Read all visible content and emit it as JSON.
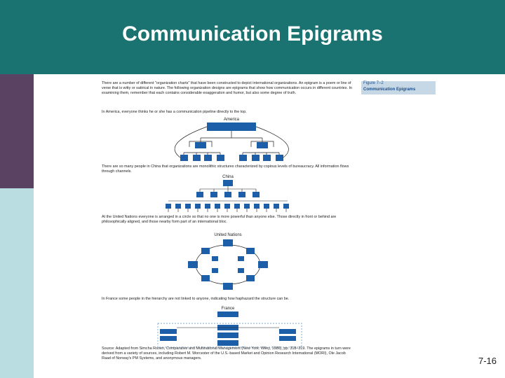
{
  "slide": {
    "title": "Communication Epigrams",
    "page_number": "7-16"
  },
  "figure": {
    "number": "Figure 7–2",
    "name": "Communication Epigrams",
    "intro": "There are a number of different \"organization charts\" that have been constructed to depict international organizations. An epigram is a poem or line of verse that is witty or satirical in nature. The following organization designs are epigrams that show how communication occurs in different countries. In examining them, remember that each contains considerable exaggeration and humor, but also some degree of truth.",
    "sections": [
      {
        "text": "In America, everyone thinks he or she has a communication pipeline directly to the top.",
        "label": "America"
      },
      {
        "text": "There are so many people in China that organizations are monolithic structures characterized by copious levels of bureaucracy. All information flows through channels.",
        "label": "China"
      },
      {
        "text": "At the United Nations everyone is arranged in a circle so that no one is more powerful than anyone else. Those directly in front or behind are philosophically aligned, and those nearby form part of an international bloc.",
        "label": "United Nations"
      },
      {
        "text": "In France some people in the hierarchy are not linked to anyone, indicating how haphazard the structure can be.",
        "label": "France"
      }
    ],
    "source": "Source: Adapted from Simcha Ronen, Comparative and Multinational Management (New York: Wiley, 1986), pp. 318–319. The epigrams in turn were derived from a variety of sources, including Robert M. Worcester of the U.S.-based Market and Opinion Research International (MORI), Ole Jacob Raad of Norway's PM Systems, and anonymous managers."
  },
  "colors": {
    "header": "#1a7370",
    "side_purple": "#5a4262",
    "side_teal": "#b9dde0",
    "box_blue": "#1c5fa8",
    "label_bg": "#c6d8e6"
  }
}
